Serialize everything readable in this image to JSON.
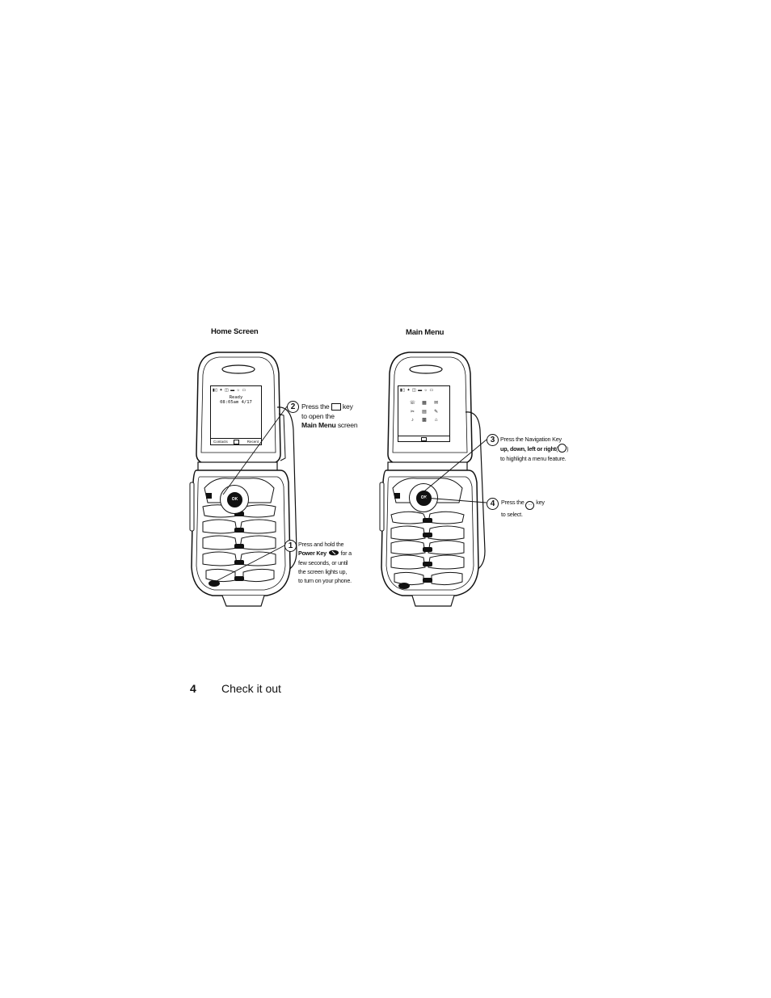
{
  "figures": {
    "home": {
      "label": "Home Screen",
      "screen_status": "Ready",
      "screen_time": "08:05am 4/17",
      "screen_softkey_left": "Contacts",
      "screen_softkey_right": "Recent",
      "nav_center": "OK",
      "callouts": [
        {
          "number": "2",
          "line1": "Press the",
          "line1b": "key",
          "line2": "to open the",
          "line3_bold": "Main Menu",
          "line3": "screen"
        },
        {
          "number": "1",
          "line1": "Press and hold the",
          "line2_bold": "Power Key",
          "line2": "for a",
          "line3": "few seconds, or until",
          "line4": "the screen lights up,",
          "line5": "to turn on your phone."
        }
      ]
    },
    "main": {
      "label": "Main Menu",
      "nav_center": "OK",
      "callouts": [
        {
          "number": "3",
          "line1": "Press the Navigation Key",
          "line2_bold": "up, down, left or right",
          "line2_paren": "(",
          "line2_end": ")",
          "line3": "to highlight a menu feature."
        },
        {
          "number": "4",
          "line1": "Press the",
          "line1b": "key",
          "line2": "to select."
        }
      ]
    }
  },
  "footer": {
    "page_number": "4",
    "section_title": "Check it out"
  }
}
